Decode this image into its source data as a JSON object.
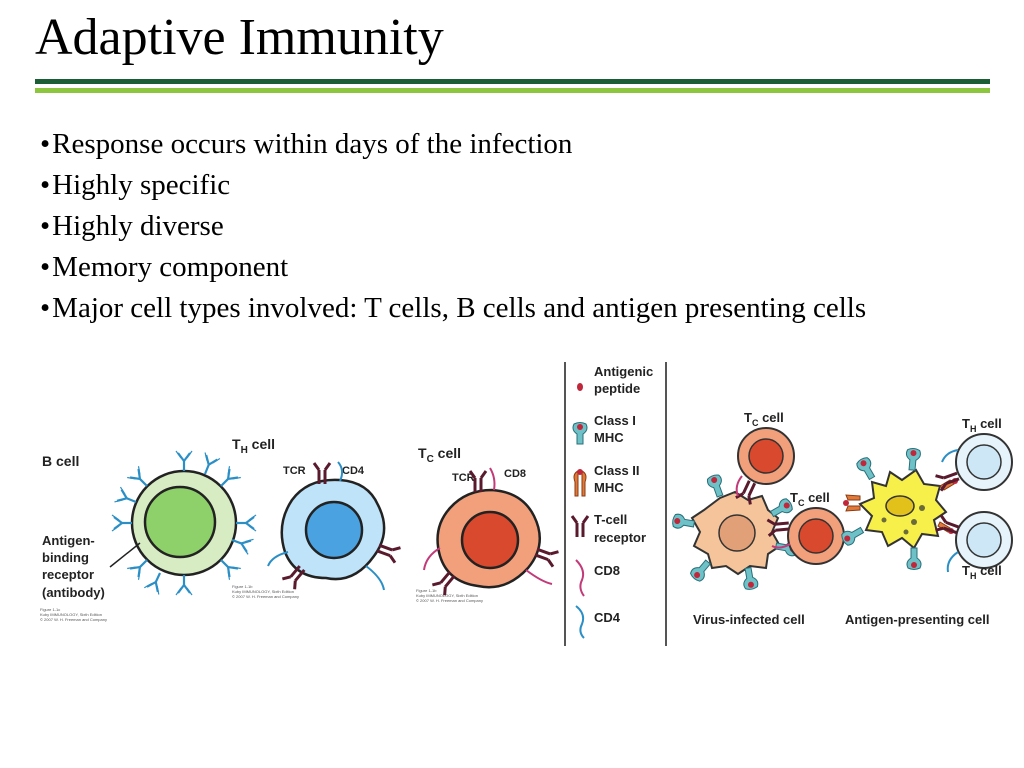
{
  "slide": {
    "title": "Adaptive Immunity",
    "bullets": [
      "Response occurs within days of the infection",
      "Highly specific",
      "Highly diverse",
      "Memory component",
      "Major cell types involved: T cells, B cells and antigen presenting cells"
    ],
    "bullet_glyph": "•"
  },
  "colors": {
    "rule_dark": "#1b5e36",
    "rule_light": "#8cc63f"
  },
  "figure": {
    "b_cell": {
      "label": "B cell",
      "receptor_label": [
        "Antigen-",
        "binding",
        "receptor",
        "(antibody)"
      ],
      "caption": [
        "Figure 1-1c",
        "Kuby IMMUNOLOGY, Sixth Edition",
        "© 2007 W. H. Freeman and Company"
      ]
    },
    "th_cell": {
      "label_main": "T",
      "label_sub": "H",
      "label_rest": " cell",
      "tcr": "TCR",
      "co": "CD4",
      "caption": [
        "Figure 1-1b",
        "Kuby IMMUNOLOGY, Sixth Edition",
        "© 2007 W. H. Freeman and Company"
      ]
    },
    "tc_cell": {
      "label_main": "T",
      "label_sub": "C",
      "label_rest": " cell",
      "tcr": "TCR",
      "co": "CD8",
      "caption": [
        "Figure 1-1b",
        "Kuby IMMUNOLOGY, Sixth Edition",
        "© 2007 W. H. Freeman and Company"
      ]
    },
    "legend": [
      [
        "Antigenic",
        "peptide"
      ],
      [
        "Class I",
        "MHC"
      ],
      [
        "Class II",
        "MHC"
      ],
      [
        "T-cell",
        "receptor"
      ],
      [
        "CD8"
      ],
      [
        "CD4"
      ]
    ],
    "virus_panel": {
      "caption": "Virus-infected cell",
      "tc_main": "T",
      "tc_sub": "C",
      "tc_rest": " cell"
    },
    "apc_panel": {
      "caption": "Antigen-presenting cell",
      "th_main": "T",
      "th_sub": "H",
      "th_rest": " cell"
    }
  }
}
